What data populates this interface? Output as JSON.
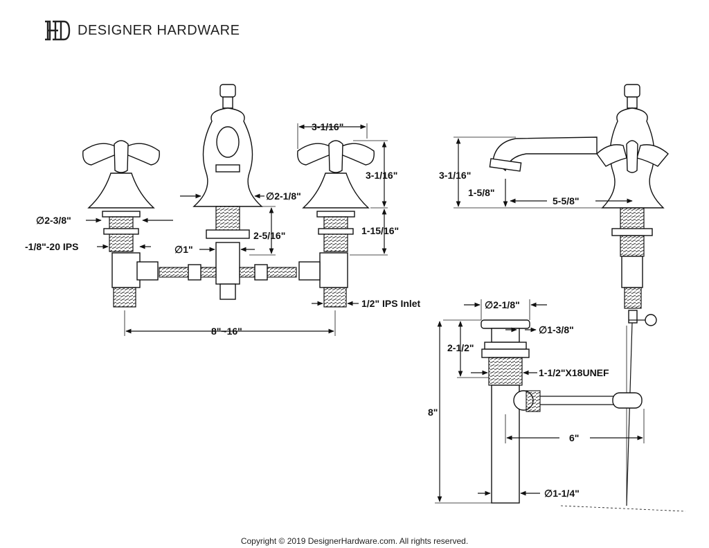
{
  "header": {
    "brand": "DESIGNER HARDWARE",
    "logo_icon": "dh-monogram-logo"
  },
  "dimensions": {
    "handle_span": "3-1/16\"",
    "handle_height": "3-1/16\"",
    "handle_dia": "∅2-3/8\"",
    "shank_thread": "-1/8\"-20 IPS",
    "spout_base_dia": "∅2-1/8\"",
    "spout_stem_height": "2-5/16\"",
    "spout_stem_dia": "∅1\"",
    "shank_length": "1-15/16\"",
    "inlet": "1/2\" IPS Inlet",
    "spread": "8\"~16\"",
    "side_height": "3-1/16\"",
    "side_spout_height": "1-5/8\"",
    "side_reach": "5-5/8\"",
    "drain_top_dia": "∅2-1/8\"",
    "drain_body_dia": "∅1-3/8\"",
    "drain_height": "2-1/2\"",
    "drain_thread": "1-1/2\"X18UNEF",
    "drain_total": "8\"",
    "lift_rod": "6\"",
    "tailpiece_dia": "∅1-1/4\""
  },
  "footer": {
    "copyright": "Copyright © 2019 DesignerHardware.com. All rights reserved."
  }
}
